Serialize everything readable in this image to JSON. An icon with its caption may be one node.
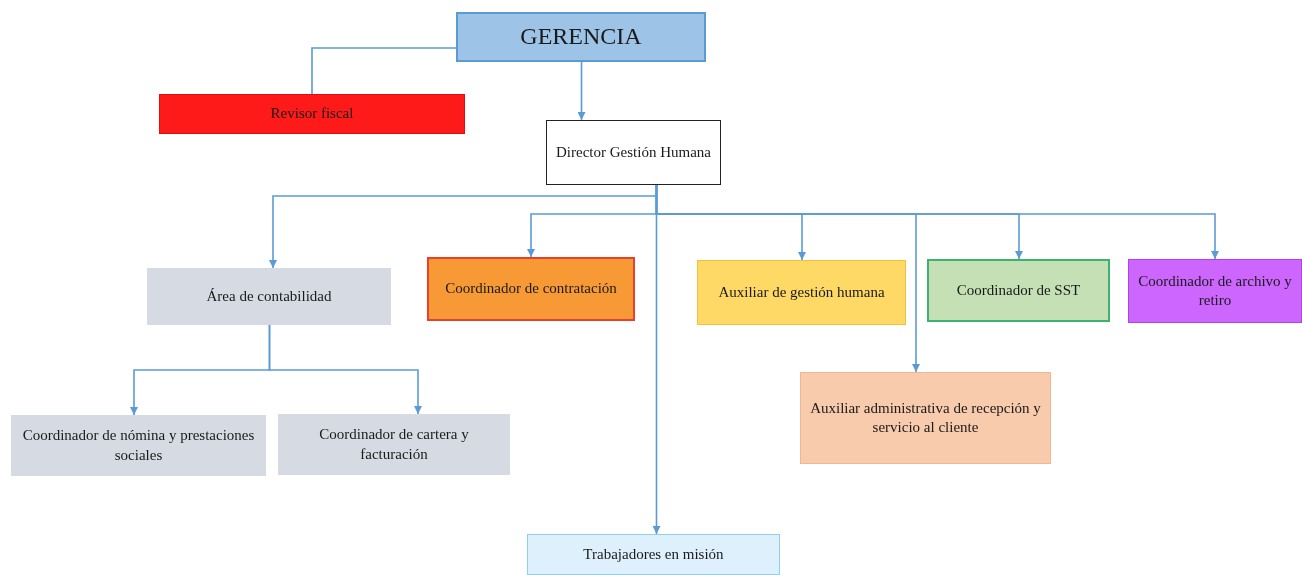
{
  "diagram": {
    "nodes": [
      {
        "text": [
          "GERENCIA"
        ]
      },
      {
        "text": [
          "Revisor fiscal"
        ]
      },
      {
        "text": [
          "Director Gestión Humana"
        ]
      },
      {
        "text": [
          "Área de contabilidad"
        ]
      },
      {
        "text": [
          "Coordinador de contratación"
        ]
      },
      {
        "text": [
          "Auxiliar de gestión humana"
        ]
      },
      {
        "text": [
          "Coordinador de SST"
        ]
      },
      {
        "text": [
          "Coordinador de archivo y retiro"
        ]
      },
      {
        "text": [
          "Coordinador de nómina y prestaciones sociales"
        ]
      },
      {
        "text": [
          "Coordinador de cartera y facturación"
        ]
      },
      {
        "text": [
          "Auxiliar administrativa de recepción y servicio al cliente"
        ]
      },
      {
        "text": [
          "Trabajadores en misión"
        ]
      }
    ],
    "edges": [
      {
        "from": 0,
        "to": 1,
        "arrow": "none"
      },
      {
        "from": 0,
        "to": 2,
        "arrow": "to"
      },
      {
        "from": 2,
        "to": 3,
        "arrow": "to"
      },
      {
        "from": 2,
        "to": 4,
        "arrow": "to"
      },
      {
        "from": 2,
        "to": 5,
        "arrow": "to"
      },
      {
        "from": 2,
        "to": 6,
        "arrow": "to"
      },
      {
        "from": 2,
        "to": 7,
        "arrow": "to"
      },
      {
        "from": 2,
        "to": 10,
        "arrow": "to"
      },
      {
        "from": 2,
        "to": 11,
        "arrow": "to"
      },
      {
        "from": 3,
        "to": 8,
        "arrow": "to"
      },
      {
        "from": 3,
        "to": 9,
        "arrow": "to"
      }
    ]
  }
}
